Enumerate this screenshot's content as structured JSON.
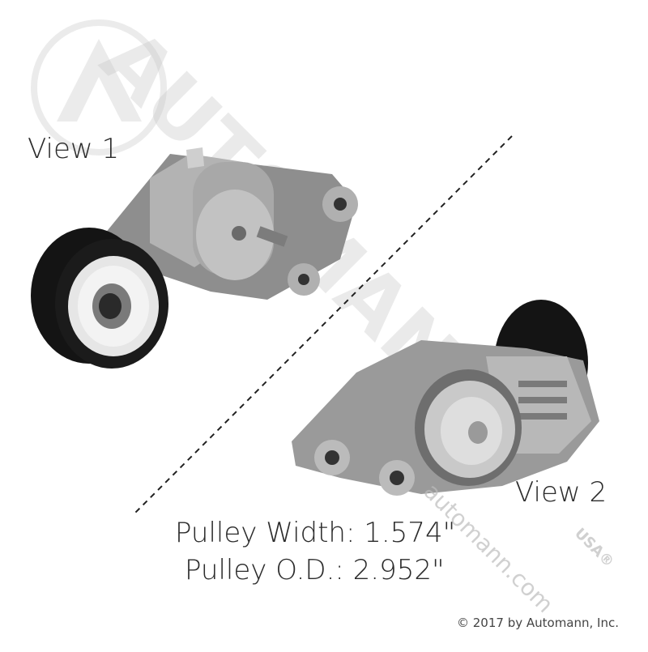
{
  "views": {
    "view1_label": "View 1",
    "view2_label": "View 2"
  },
  "specs": {
    "pulley_width": "Pulley Width: 1.574\"",
    "pulley_od": "Pulley O.D.: 2.952\""
  },
  "footer": {
    "copyright": "© 2017 by Automann, Inc."
  },
  "watermark": {
    "brand": "AUTOMANN",
    "domain": "automann.com",
    "usa": "USA®"
  },
  "icons": {
    "product_1": "belt-tensioner-photo",
    "product_2": "belt-tensioner-photo",
    "logo": "automann-logo-icon"
  },
  "colors": {
    "text": "#2b2b2b",
    "watermark": "#bdbdbd",
    "pulley": "#141414",
    "metal": "#9a9a9a"
  }
}
